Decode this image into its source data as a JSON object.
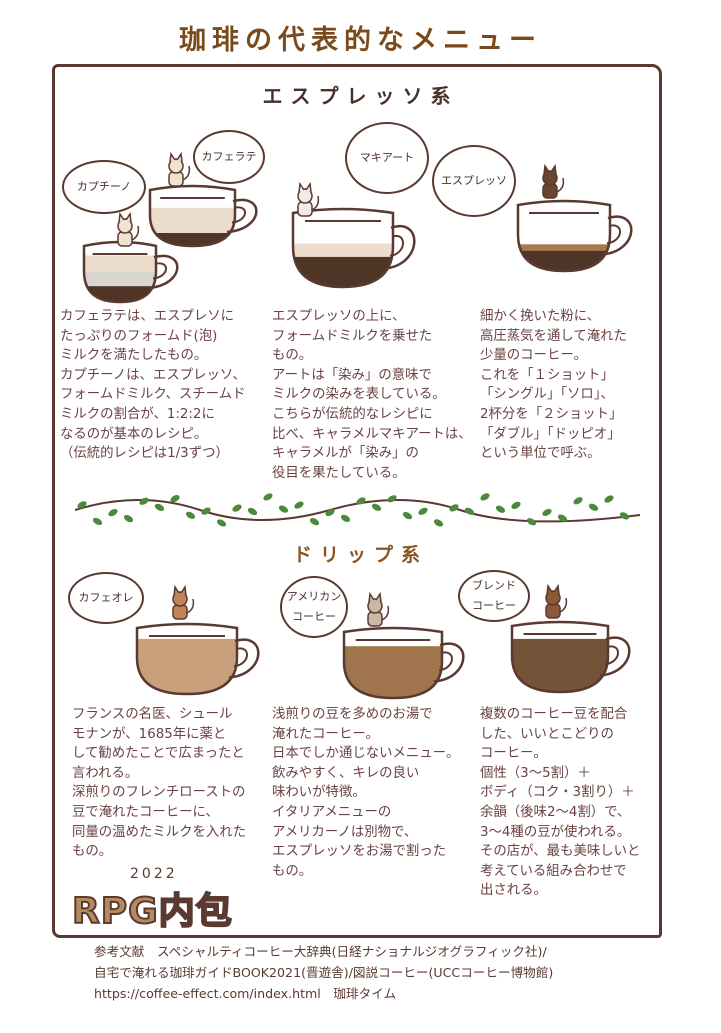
{
  "title": "珈琲の代表的なメニュー",
  "espresso_section": {
    "heading": "エスプレッソ系",
    "bubbles": [
      "カプチーノ",
      "カフェラテ",
      "マキアート",
      "エスプレッソ"
    ],
    "texts": [
      "カフェラテは、エスプレソに\nたっぷりのフォームド(泡)\nミルクを満たしたもの。\nカプチーノは、エスプレッソ、\nフォームドミルク、スチームド\nミルクの割合が、1:2:2に\nなるのが基本のレシピ。\n（伝統的レシピは1/3ずつ）",
      "エスプレッソの上に、\nフォームドミルクを乗せた\nもの。\nアートは「染み」の意味で\nミルクの染みを表している。\nこちらが伝統的なレシピに\n比べ、キャラメルマキアートは、\nキャラメルが「染み」の\n役目を果たしている。",
      "細かく挽いた粉に、\n高圧蒸気を通して淹れた\n少量のコーヒー。\nこれを「１ショット」\n「シングル」「ソロ」、\n2杯分を「２ショット」\n「ダブル」「ドッピオ」\nという単位で呼ぶ。"
    ]
  },
  "drip_section": {
    "heading": "ドリップ系",
    "bubbles": [
      "カフェオレ",
      "アメリカン\nコーヒー",
      "ブレンド\nコーヒー"
    ],
    "texts": [
      "フランスの名医、シュール\nモナンが、1685年に薬と\nして勧めたことで広まったと\n言われる。\n深煎りのフレンチローストの\n豆で淹れたコーヒーに、\n同量の温めたミルクを入れた\nもの。",
      "浅煎りの豆を多めのお湯で\n淹れたコーヒー。\n日本でしか通じないメニュー。\n飲みやすく、キレの良い\n味わいが特徴。\nイタリアメニューの\nアメリカーノは別物で、\nエスプレッソをお湯で割った\nもの。",
      "複数のコーヒー豆を配合\nした、いいとこどりの\nコーヒー。\n個性（3～5割）＋\nボディ（コク・3割り）＋\n余韻（後味2～4割）で、\n3～4種の豆が使われる。\nその店が、最も美味しいと\n考えている組み合わせで\n出される。"
    ]
  },
  "logo": {
    "year": "2022",
    "text": "RPG内包"
  },
  "references": "参考文献　スペシャルティコーヒー大辞典(日経ナショナルジオグラフィック社)/\n自宅で淹れる珈琲ガイドBOOK2021(晋遊舎)/図説コーヒー(UCCコーヒー博物館)\nhttps://coffee-effect.com/index.html　珈琲タイム",
  "colors": {
    "outline": "#5a3a30",
    "espresso": "#4e3526",
    "foam": "#ecdccb",
    "steamed": "#d9d6d2",
    "crema": "#a57c52",
    "cafe_au_lait": "#c9a07c",
    "american": "#a0754d",
    "blend": "#745338",
    "vine": "#4a8a3a"
  }
}
